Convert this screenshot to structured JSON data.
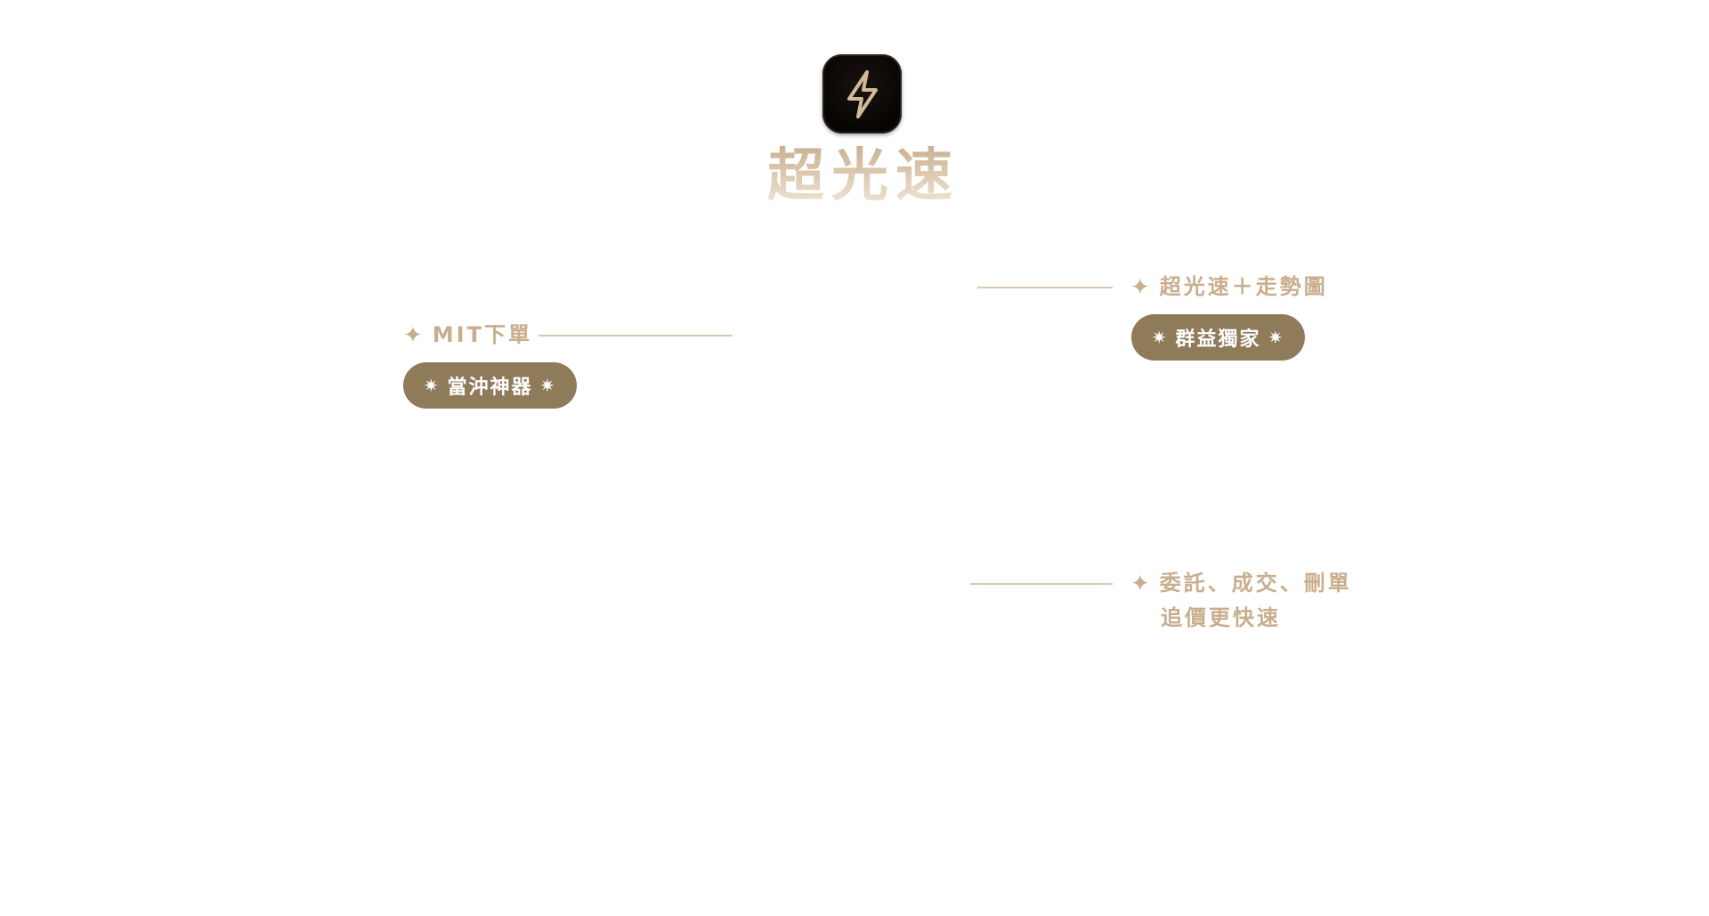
{
  "app": {
    "icon": "lightning-bolt-icon",
    "title": "超光速"
  },
  "colors": {
    "accent": "#c9ae8e",
    "pill_bg": "#8f7a5a",
    "connector": "#d9c8b2",
    "icon_bg": "#070503"
  },
  "features": {
    "mit_order": {
      "label": "MIT下單",
      "badge": "當沖神器",
      "star_icon": "four-point-star-icon",
      "spark_icon": "sparkle-icon"
    },
    "trend_chart": {
      "label": "超光速＋走勢圖",
      "badge": "群益獨家",
      "star_icon": "four-point-star-icon",
      "spark_icon": "sparkle-icon"
    },
    "speed": {
      "label_line1": "委託、成交、刪單",
      "label_line2": "追價更快速",
      "star_icon": "four-point-star-icon"
    }
  },
  "glyphs": {
    "star": "✦",
    "spark": "✷"
  }
}
